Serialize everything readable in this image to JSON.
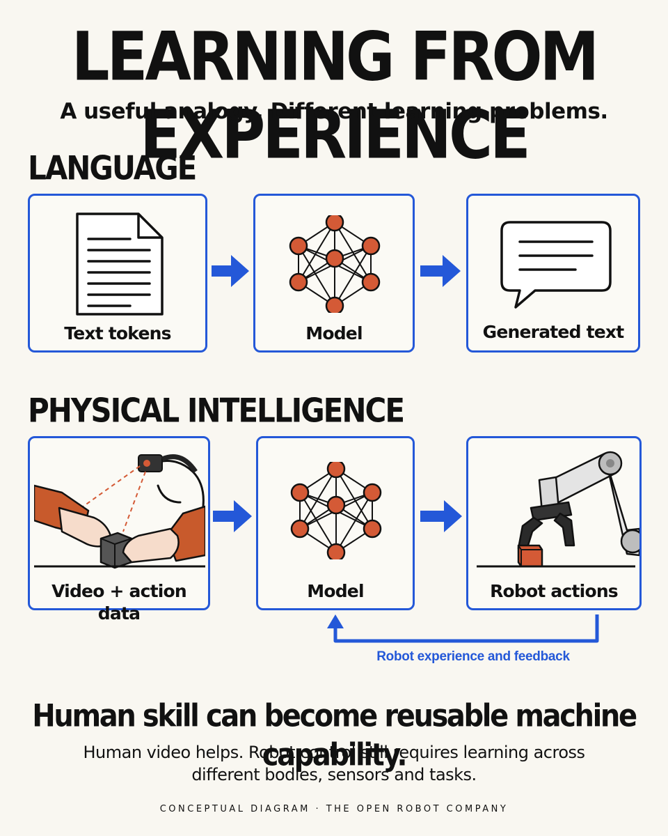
{
  "title": "LEARNING FROM EXPERIENCE",
  "subtitle": "A useful analogy. Different learning problems.",
  "language": {
    "heading": "LANGUAGE",
    "input_label": "Text tokens",
    "model_label": "Model",
    "output_label": "Generated text"
  },
  "physical": {
    "heading": "PHYSICAL INTELLIGENCE",
    "input_label": "Video + action data",
    "model_label": "Model",
    "output_label": "Robot actions",
    "feedback_label": "Robot experience and feedback"
  },
  "headline": "Human skill can become reusable machine capability.",
  "body_line1": "Human video helps. Robot control still requires learning across",
  "body_line2": "different bodies, sensors and tasks.",
  "footer": "CONCEPTUAL DIAGRAM · THE OPEN ROBOT COMPANY",
  "colors": {
    "accent_blue": "#2458d8",
    "node_orange": "#d45a36",
    "background": "#f9f7f1"
  },
  "icons": [
    "document-icon",
    "neural-network-icon",
    "speech-bubble-icon",
    "vr-headset-person-icon",
    "robot-arm-icon"
  ]
}
